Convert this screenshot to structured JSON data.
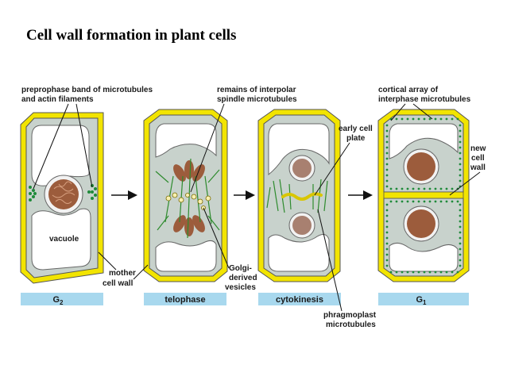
{
  "title": "Cell wall formation in plant cells",
  "colors": {
    "wall": "#f2e400",
    "wall_edge": "#555555",
    "cytoplasm": "#c8d2cc",
    "vacuole": "#ffffff",
    "nucleus": "#9c5c3c",
    "chromatin": "#c89070",
    "microtubule": "#2e8b2e",
    "dot": "#1f8a3a",
    "stage_bar": "#a8d8ee"
  },
  "labels": {
    "preprophase": [
      "preprophase band of microtubules",
      "and actin filaments"
    ],
    "vacuole": "vacuole",
    "mother_wall": [
      "mother",
      "cell wall"
    ],
    "interpolar": [
      "remains of interpolar",
      "spindle microtubules"
    ],
    "golgi": [
      "Golgi-",
      "derived",
      "vesicles"
    ],
    "early_plate": [
      "early cell",
      "plate"
    ],
    "phragmoplast": [
      "phragmoplast",
      "microtubules"
    ],
    "cortical": [
      "cortical array of",
      "interphase microtubules"
    ],
    "new_wall": [
      "new",
      "cell",
      "wall"
    ]
  },
  "stages": [
    {
      "main": "G",
      "sub": "2"
    },
    {
      "main": "telophase",
      "sub": ""
    },
    {
      "main": "cytokinesis",
      "sub": ""
    },
    {
      "main": "G",
      "sub": "1"
    }
  ]
}
